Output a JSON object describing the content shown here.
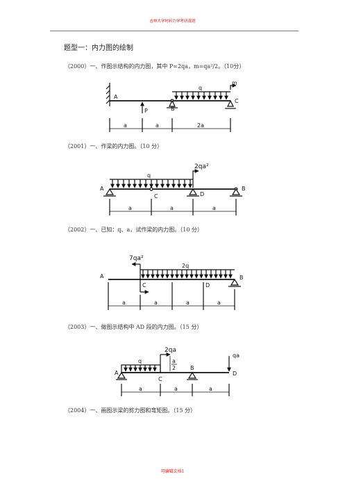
{
  "header": {
    "text": "吉林大学材料力学考研真题"
  },
  "title": "题型一：内力图的绘制",
  "problems": [
    {
      "text": "（2000）一、作图示结构的内力图，其中 P=2qa，m=qa²/2。（10分）",
      "labels": {
        "A": "A",
        "B": "B",
        "C": "C",
        "P": "P",
        "q": "q",
        "m": "m",
        "d1": "a",
        "d2": "a",
        "d3": "2a"
      }
    },
    {
      "text": "（2001）一、作梁的内力图。（10 分）",
      "labels": {
        "A": "A",
        "B": "B",
        "C": "C",
        "D": "D",
        "q": "q",
        "moment": "2qa²",
        "d1": "a",
        "d2": "a",
        "d3": "a"
      }
    },
    {
      "text": "（2002）一、已知：q、a，试作梁的内力图。（10 分）",
      "labels": {
        "A": "A",
        "B": "B",
        "C": "C",
        "D": "D",
        "q": "2q",
        "moment": "7qa²",
        "d1": "a",
        "d2": "a",
        "d3": "a",
        "d4": "a"
      }
    },
    {
      "text": "（2003）一、做图示结构中 AD 段的内力图。（15 分）",
      "labels": {
        "A": "A",
        "B": "B",
        "C": "C",
        "D": "D",
        "q": "q",
        "force": "2qa",
        "force_d": "qa",
        "frac_top": "a",
        "frac_bot": "2",
        "d1": "a",
        "d2": "a",
        "d3": "a"
      }
    },
    {
      "text": "（2004）一、画图示梁的剪力图和弯矩图。（15 分）"
    }
  ],
  "footer": {
    "text": "可编辑文档1"
  }
}
